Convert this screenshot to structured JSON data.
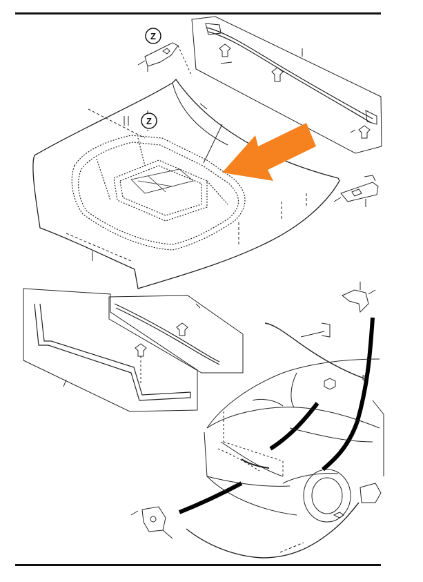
{
  "diagram": {
    "callouts": [
      {
        "id": "callout-z-upper",
        "label": "Z"
      },
      {
        "id": "callout-z-hood",
        "label": "Z"
      }
    ],
    "colors": {
      "line": "#222222",
      "arrow": "#f5821f",
      "cable": "#000000",
      "background": "#ffffff"
    }
  }
}
